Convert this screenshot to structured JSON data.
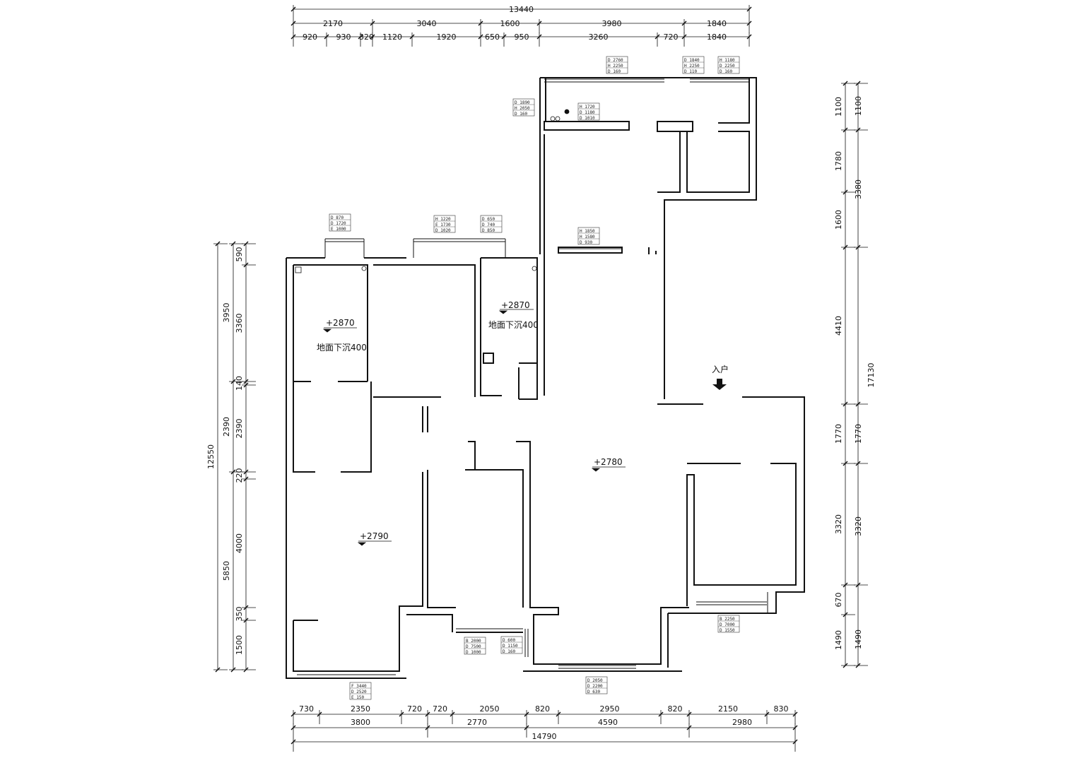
{
  "colors": {
    "line": "#111111",
    "background": "#ffffff"
  },
  "dimensions": {
    "top_overall": "13440",
    "top_row1": [
      "2170",
      "3040",
      "1600",
      "3980",
      "1840"
    ],
    "top_row2": [
      "920",
      "930",
      "320",
      "1120",
      "1920",
      "650",
      "950",
      "3260",
      "720",
      "1840"
    ],
    "bottom_row1": [
      "730",
      "2350",
      "720",
      "720",
      "2050",
      "820",
      "2950",
      "820",
      "2150",
      "830"
    ],
    "bottom_row2": [
      "3800",
      "2770",
      "4590",
      "2980"
    ],
    "bottom_overall": "14790",
    "left_overall": "12550",
    "left_row1": [
      "3950",
      "2390",
      "5850"
    ],
    "left_row2": [
      "590",
      "3360",
      "140",
      "2390",
      "220",
      "4000",
      "350",
      "1500"
    ],
    "right_inner": [
      "1100",
      "1780",
      "1600",
      "4410",
      "1770",
      "3320",
      "670",
      "1490"
    ],
    "right_mid": [
      "1100",
      "3380",
      "1770",
      "3320",
      "1490"
    ],
    "right_overall": "17130"
  },
  "rooms": {
    "level_1": "+2870",
    "level_2": "+2870",
    "level_3": "+2780",
    "level_4": "+2790",
    "note_1": "地面下沉400",
    "note_2": "地面下沉400",
    "entrance": "入户"
  },
  "window_tags": [
    [
      "D 2760",
      "H 2250",
      "D 160"
    ],
    [
      "D 1840",
      "H 2250",
      "D 110"
    ],
    [
      "H 1180",
      "D 2250",
      "D 160"
    ],
    [
      "D 1890",
      "H 2050",
      "D 160"
    ],
    [
      "H 1720",
      "D 1180",
      "D 1010"
    ],
    [
      "D 870",
      "D 1720",
      "E 1000"
    ],
    [
      "H 1220",
      "E 1730",
      "D 1020"
    ],
    [
      "D 650",
      "D 740",
      "D 850"
    ],
    [
      "H 1850",
      "H 1580",
      "D 930"
    ],
    [
      "B 2000",
      "D 7500",
      "D 1000"
    ],
    [
      "D 600",
      "D 1150",
      "D 160"
    ],
    [
      "D 2050",
      "D 2200",
      "D 630"
    ],
    [
      "B 2250",
      "D 7000",
      "D 1550"
    ],
    [
      "F 3440",
      "D 2520",
      "E 150"
    ]
  ]
}
